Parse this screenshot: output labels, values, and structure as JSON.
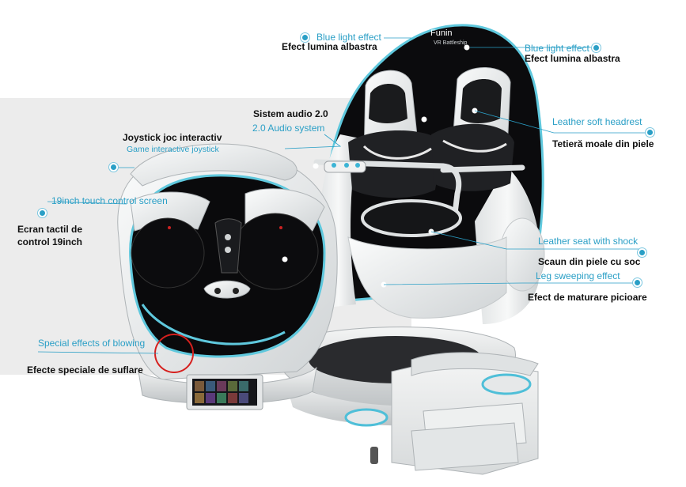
{
  "brand": {
    "logo_text": "Funin",
    "logo_sub": "VR Battleship"
  },
  "features": {
    "blue_light_left": {
      "en": "Blue light effect",
      "ro": "Efect lumina albastra"
    },
    "blue_light_right": {
      "en": "Blue light effect",
      "ro": "Efect lumina albastra"
    },
    "audio": {
      "ro": "Sistem audio 2.0",
      "en": "2.0 Audio system"
    },
    "joystick": {
      "ro": "Joystick joc interactiv",
      "en": "Game interactive joystick"
    },
    "headrest": {
      "en": "Leather soft headrest",
      "ro": "Tetieră moale din piele"
    },
    "touch_screen": {
      "en": "19inch touch control screen",
      "ro_line1": "Ecran tactil de",
      "ro_line2": "control 19inch"
    },
    "seat": {
      "en": "Leather seat with shock",
      "ro": "Scaun din piele cu soc"
    },
    "leg_sweep": {
      "en": "Leg sweeping effect",
      "ro": "Efect de maturare picioare"
    },
    "blowing": {
      "en": "Special effects of blowing",
      "ro": "Efecte speciale de suflare"
    }
  },
  "colors": {
    "accent": "#2a9fc6",
    "shell_black": "#0b0b0d",
    "shell_white": "#e9ebec",
    "highlight_ring": "#d6201e"
  }
}
